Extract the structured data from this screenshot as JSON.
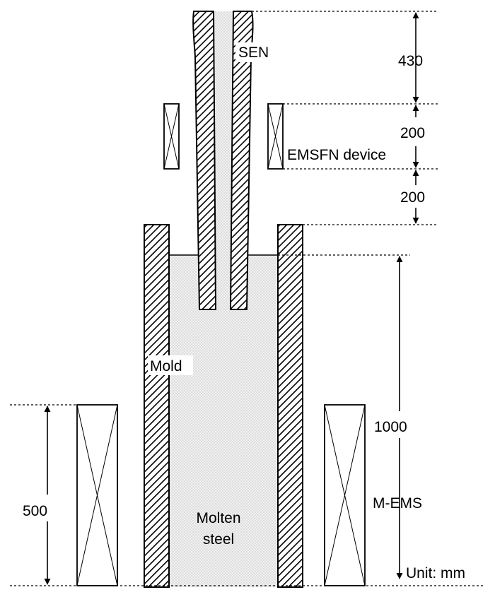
{
  "labels": {
    "sen": "SEN",
    "emsfn_device": "EMSFN device",
    "mold": "Mold",
    "molten_steel_line1": "Molten",
    "molten_steel_line2": "steel",
    "m_ems": "M-EMS",
    "unit": "Unit: mm"
  },
  "dimensions": {
    "d430": "430",
    "d200_upper": "200",
    "d200_lower": "200",
    "d1000": "1000",
    "d500": "500"
  },
  "colors": {
    "line": "#000000",
    "fill_steel": "#e9e9e9",
    "background": "#ffffff"
  }
}
